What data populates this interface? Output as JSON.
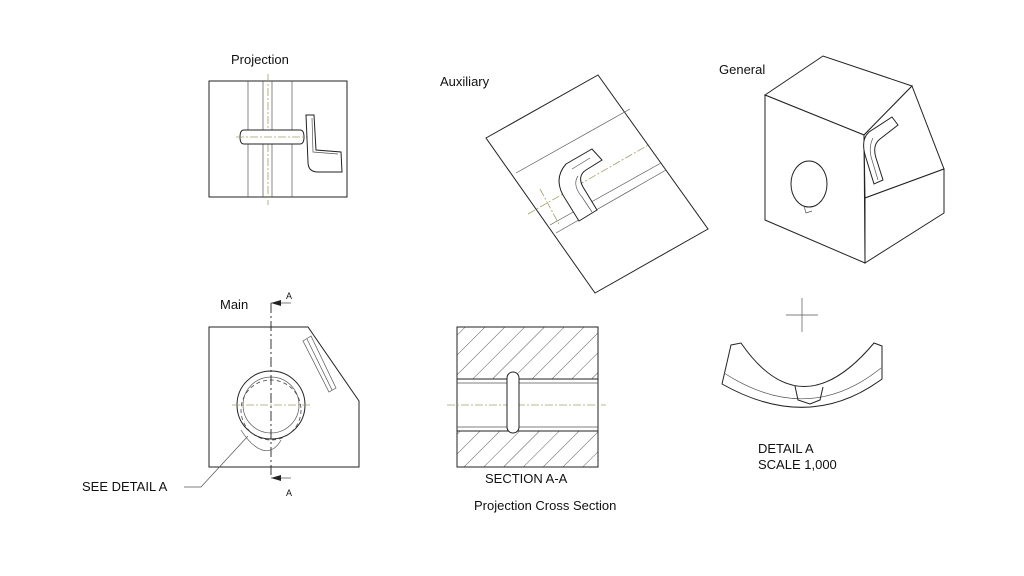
{
  "views": {
    "projection": {
      "label": "Projection"
    },
    "auxiliary": {
      "label": "Auxiliary"
    },
    "general": {
      "label": "General"
    },
    "main": {
      "label": "Main"
    }
  },
  "section": {
    "marker_letter": "A",
    "title": "SECTION  A-A",
    "caption": "Projection Cross Section"
  },
  "detail": {
    "callout": "SEE DETAIL  A",
    "title": "DETAIL  A",
    "scale": "SCALE  1,000"
  },
  "colors": {
    "line": "#222222",
    "center_line": "#a89c6a",
    "background": "#ffffff"
  }
}
